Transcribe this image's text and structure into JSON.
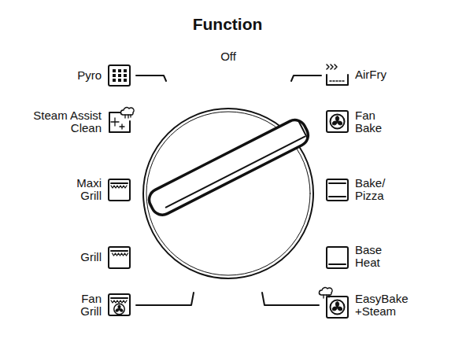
{
  "diagram": {
    "title": "Function",
    "labels": [
      "Off",
      "Pyro",
      "Steam Assist Clean",
      "Maxi Grill",
      "Grill",
      "Fan Grill",
      "AirFry",
      "Fan Bake",
      "Bake/ Pizza",
      "Base Heat",
      "EasyBake +Steam"
    ]
  }
}
